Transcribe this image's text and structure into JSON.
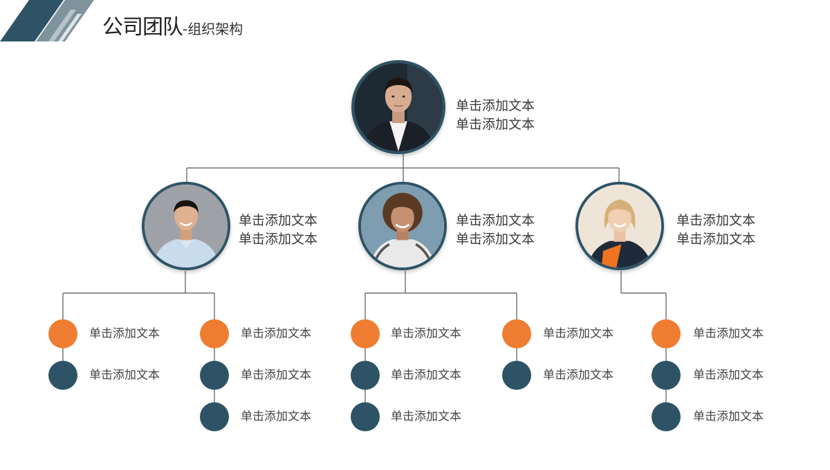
{
  "header": {
    "title": "公司团队",
    "subtitle": "-组织架构"
  },
  "colors": {
    "accent_orange": "#ee7d31",
    "accent_blue": "#2e5366",
    "line": "#555555"
  },
  "org": {
    "top": {
      "line1": "单击添加文本",
      "line2": "单击添加文本",
      "icon": "person-man-suit-photo"
    },
    "mid": [
      {
        "line1": "单击添加文本",
        "line2": "单击添加文本",
        "icon": "person-man-shirt-photo"
      },
      {
        "line1": "单击添加文本",
        "line2": "单击添加文本",
        "icon": "person-woman-curly-photo"
      },
      {
        "line1": "单击添加文本",
        "line2": "单击添加文本",
        "icon": "person-woman-blonde-photo"
      }
    ],
    "columns": [
      {
        "items": [
          {
            "color": "orange",
            "label": "单击添加文本"
          },
          {
            "color": "blue",
            "label": "单击添加文本"
          }
        ]
      },
      {
        "items": [
          {
            "color": "orange",
            "label": "单击添加文本"
          },
          {
            "color": "blue",
            "label": "单击添加文本"
          },
          {
            "color": "blue",
            "label": "单击添加文本"
          }
        ]
      },
      {
        "items": [
          {
            "color": "orange",
            "label": "单击添加文本"
          },
          {
            "color": "blue",
            "label": "单击添加文本"
          },
          {
            "color": "blue",
            "label": "单击添加文本"
          }
        ]
      },
      {
        "items": [
          {
            "color": "orange",
            "label": "单击添加文本"
          },
          {
            "color": "blue",
            "label": "单击添加文本"
          }
        ]
      },
      {
        "items": [
          {
            "color": "orange",
            "label": "单击添加文本"
          },
          {
            "color": "blue",
            "label": "单击添加文本"
          },
          {
            "color": "blue",
            "label": "单击添加文本"
          }
        ]
      }
    ]
  }
}
